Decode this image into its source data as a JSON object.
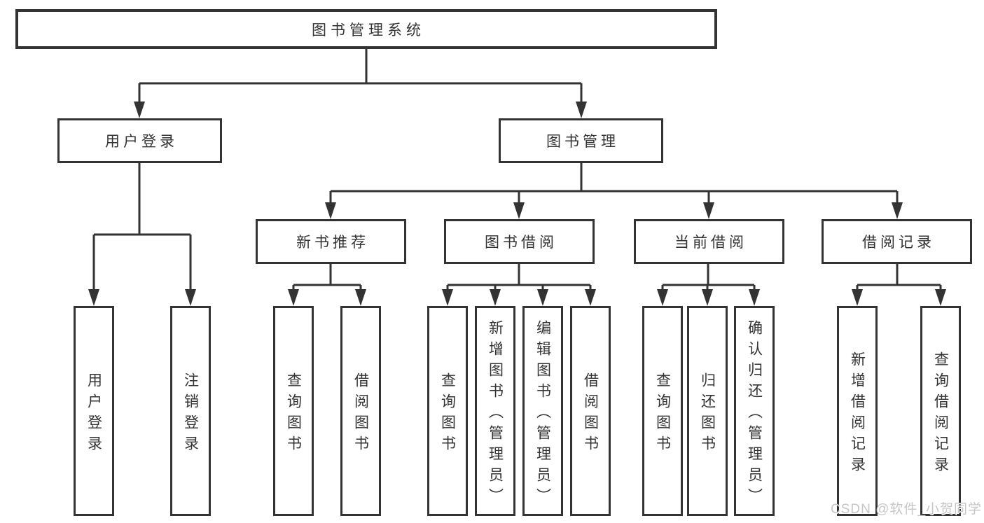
{
  "diagram": {
    "root": {
      "label": "图书管理系统"
    },
    "user_login": {
      "label": "用户登录",
      "children": [
        {
          "label": "用户登录"
        },
        {
          "label": "注销登录"
        }
      ]
    },
    "book_mgmt": {
      "label": "图书管理",
      "new_book_rec": {
        "label": "新书推荐",
        "children": [
          {
            "label": "查询图书"
          },
          {
            "label": "借阅图书"
          }
        ]
      },
      "book_borrow": {
        "label": "图书借阅",
        "children": [
          {
            "label": "查询图书"
          },
          {
            "label": "新增图书（管理员）"
          },
          {
            "label": "编辑图书（管理员）"
          },
          {
            "label": "借阅图书"
          }
        ]
      },
      "current_borrow": {
        "label": "当前借阅",
        "children": [
          {
            "label": "查询图书"
          },
          {
            "label": "归还图书"
          },
          {
            "label": "确认归还（管理员）"
          }
        ]
      },
      "borrow_records": {
        "label": "借阅记录",
        "children": [
          {
            "label": "新增借阅记录"
          },
          {
            "label": "查询借阅记录"
          }
        ]
      }
    }
  },
  "watermark": {
    "text": "CSDN @软件_小贺同学"
  },
  "colors": {
    "line": "#333333",
    "text": "#333333",
    "watermark": "#c6c6c6",
    "background": "#ffffff"
  }
}
